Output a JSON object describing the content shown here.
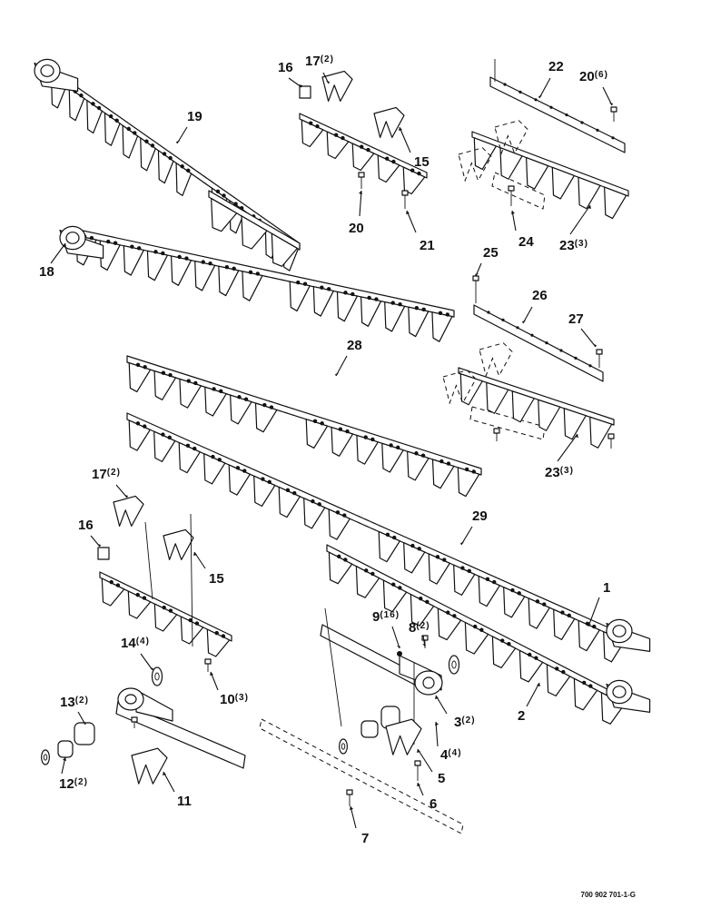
{
  "callouts": [
    {
      "id": "c1",
      "num": "1",
      "qty": ""
    },
    {
      "id": "c2",
      "num": "2",
      "qty": ""
    },
    {
      "id": "c3",
      "num": "3",
      "qty": "(2)"
    },
    {
      "id": "c4",
      "num": "4",
      "qty": "(4)"
    },
    {
      "id": "c5",
      "num": "5",
      "qty": ""
    },
    {
      "id": "c6",
      "num": "6",
      "qty": ""
    },
    {
      "id": "c7",
      "num": "7",
      "qty": ""
    },
    {
      "id": "c8",
      "num": "8",
      "qty": "(2)"
    },
    {
      "id": "c9",
      "num": "9",
      "qty": "(16)"
    },
    {
      "id": "c10",
      "num": "10",
      "qty": "(3)"
    },
    {
      "id": "c11",
      "num": "11",
      "qty": ""
    },
    {
      "id": "c12",
      "num": "12",
      "qty": "(2)"
    },
    {
      "id": "c13",
      "num": "13",
      "qty": "(2)"
    },
    {
      "id": "c14",
      "num": "14",
      "qty": "(4)"
    },
    {
      "id": "c15a",
      "num": "15",
      "qty": ""
    },
    {
      "id": "c15b",
      "num": "15",
      "qty": ""
    },
    {
      "id": "c16a",
      "num": "16",
      "qty": ""
    },
    {
      "id": "c16b",
      "num": "16",
      "qty": ""
    },
    {
      "id": "c17a",
      "num": "17",
      "qty": "(2)"
    },
    {
      "id": "c17b",
      "num": "17",
      "qty": "(2)"
    },
    {
      "id": "c18",
      "num": "18",
      "qty": ""
    },
    {
      "id": "c19",
      "num": "19",
      "qty": ""
    },
    {
      "id": "c20a",
      "num": "20",
      "qty": ""
    },
    {
      "id": "c20b",
      "num": "20",
      "qty": "(6)"
    },
    {
      "id": "c21",
      "num": "21",
      "qty": ""
    },
    {
      "id": "c22",
      "num": "22",
      "qty": ""
    },
    {
      "id": "c23a",
      "num": "23",
      "qty": "(3)"
    },
    {
      "id": "c23b",
      "num": "23",
      "qty": "(3)"
    },
    {
      "id": "c24",
      "num": "24",
      "qty": ""
    },
    {
      "id": "c25",
      "num": "25",
      "qty": ""
    },
    {
      "id": "c26",
      "num": "26",
      "qty": ""
    },
    {
      "id": "c27",
      "num": "27",
      "qty": ""
    },
    {
      "id": "c28",
      "num": "28",
      "qty": ""
    },
    {
      "id": "c29",
      "num": "29",
      "qty": ""
    }
  ],
  "figure_id": "700 902 701-1-G",
  "colors": {
    "ink": "#111111",
    "paper": "#ffffff"
  }
}
